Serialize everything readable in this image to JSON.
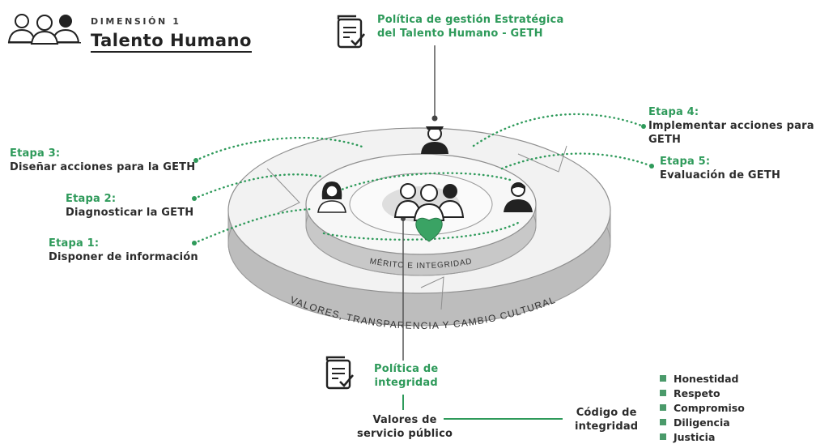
{
  "header": {
    "dimension_label": "DIMENSIÓN 1",
    "dimension_title": "Talento Humano"
  },
  "policies": {
    "geth_line1": "Política de gestión Estratégica",
    "geth_line2": "del Talento Humano - GETH",
    "integrity_line1": "Política de",
    "integrity_line2": "integridad"
  },
  "stages": [
    {
      "label": "Etapa 1:",
      "text": "Disponer de información"
    },
    {
      "label": "Etapa 2:",
      "text": "Diagnosticar la GETH"
    },
    {
      "label": "Etapa 3:",
      "text": "Diseñar acciones para la GETH"
    },
    {
      "label": "Etapa 4:",
      "text_line1": "Implementar acciones para la",
      "text_line2": "GETH"
    },
    {
      "label": "Etapa 5:",
      "text": "Evaluación de GETH"
    }
  ],
  "rings": {
    "inner_label": "MÉRITO E INTEGRIDAD",
    "outer_label": "VALORES, TRANSPARENCIA Y CAMBIO CULTURAL"
  },
  "bottom": {
    "valores_line1": "Valores de",
    "valores_line2": "servicio público",
    "codigo_line1": "Código de",
    "codigo_line2": "integridad",
    "values": [
      "Honestidad",
      "Respeto",
      "Compromiso",
      "Diligencia",
      "Justicia"
    ]
  },
  "colors": {
    "accent_green": "#2e9a5a",
    "heart_green": "#3aa364",
    "ring_gray": "#c9c9c9",
    "text_dark": "#2b2b2b"
  }
}
